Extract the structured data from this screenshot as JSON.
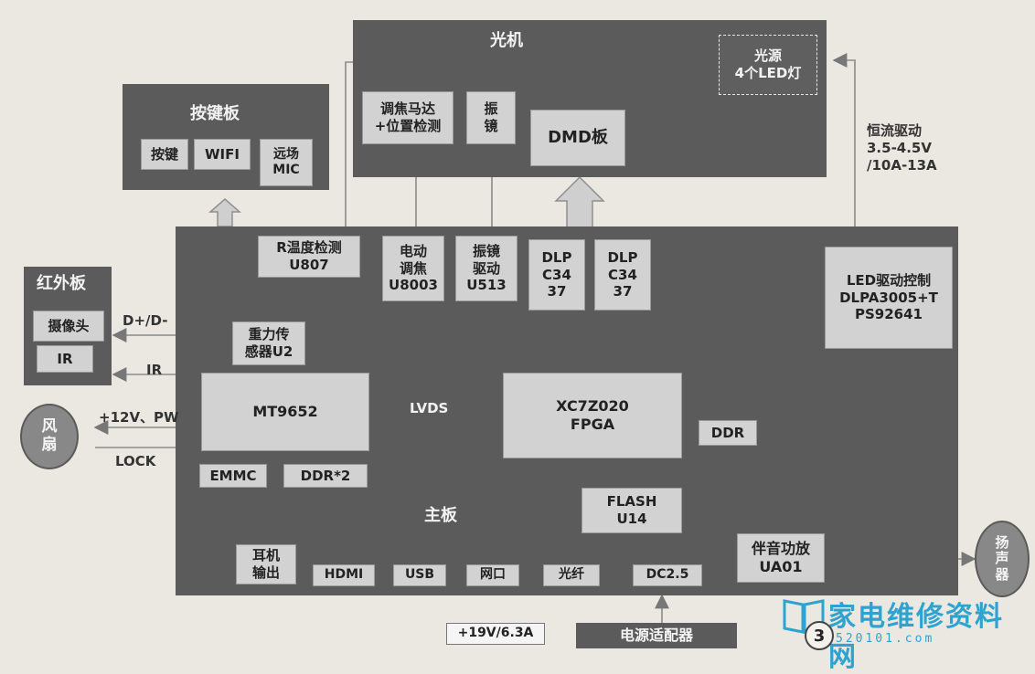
{
  "optical_engine": {
    "title": "光机",
    "light_source": "光源\n4个LED灯",
    "focus_motor": "调焦马达\n+位置检测",
    "galvo": "振\n镜",
    "dmd_board": "DMD板"
  },
  "key_board": {
    "title": "按键板",
    "keys": "按键",
    "wifi": "WIFI",
    "far_mic": "远场\nMIC"
  },
  "ir_board": {
    "title": "红外板",
    "camera": "摄像头",
    "ir": "IR"
  },
  "fan": "风\n扇",
  "speaker": "扬\n声\n器",
  "main_board": {
    "title": "主板",
    "temp_sensor": "R温度检测\nU807",
    "e_focus": "电动\n调焦\nU8003",
    "galvo_drive": "振镜\n驱动\nU513",
    "dlp_1": "DLP\nC34\n37",
    "dlp_2": "DLP\nC34\n37",
    "led_driver": "LED驱动控制\nDLPA3005+T\nPS92641",
    "gravity_sensor": "重力传\n感器U2",
    "soc": "MT9652",
    "fpga": "XC7Z020\nFPGA",
    "ddr": "DDR",
    "emmc": "EMMC",
    "ddr2": "DDR*2",
    "flash": "FLASH\nU14",
    "audio_amp": "伴音功放\nUA01",
    "ports": {
      "headphone": "耳机\n输出",
      "hdmi": "HDMI",
      "usb": "USB",
      "lan": "网口",
      "optical": "光纤",
      "dc": "DC2.5"
    }
  },
  "power_adapter": "电源适配器",
  "power_spec": "+19V/6.3A",
  "signals": {
    "usb": "D+/D-",
    "ir": "IR",
    "fan_power": "+12V、PW",
    "fan_lock": "LOCK",
    "lvds": "LVDS",
    "led_current": "恒流驱动\n3.5-4.5V\n/10A-13A"
  },
  "logo": {
    "text": "家电维修资料网",
    "url": "520101.com"
  },
  "page_number": "3",
  "colors": {
    "dark_block": "#5b5b5b",
    "light_block": "#d2d2d2",
    "background": "#ebe8e2",
    "logo": "#2fa3cf"
  }
}
